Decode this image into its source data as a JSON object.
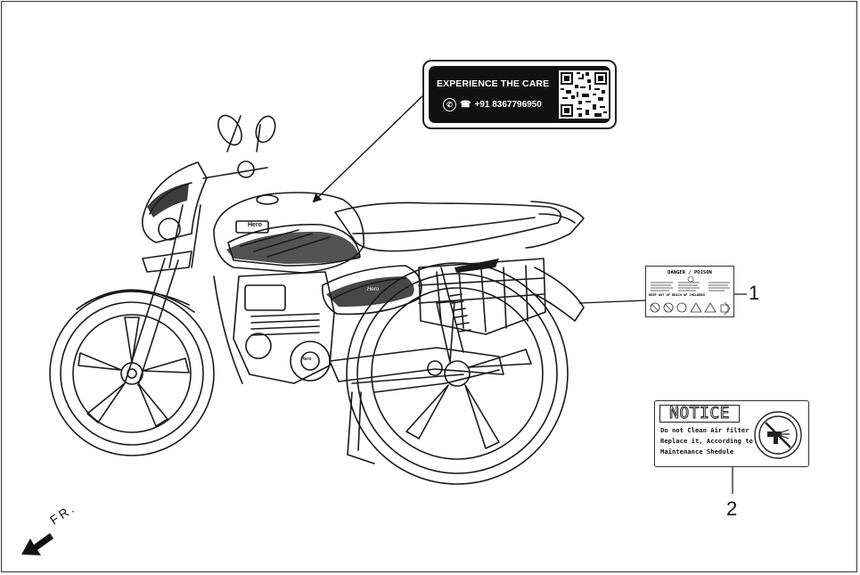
{
  "labels": {
    "care_label": {
      "title": "EXPERIENCE THE CARE",
      "phone": "+91 8367796950",
      "whatsapp_icon": "whatsapp-icon",
      "phone_icon": "phone-icon"
    },
    "danger_label": {
      "title": "DANGER / POISON",
      "keep_out": "KEEP OUT OF REACH OF CHILDREN"
    },
    "notice_label": {
      "heading": "NOTICE",
      "line1": "Do not Clean Air filter",
      "line2": "Replace it, According to",
      "line3": "Maintenance Shedule"
    }
  },
  "bike": {
    "tank_brand": "Hero",
    "side_brand": "Hero",
    "engine_brand": "Hero"
  },
  "callouts": [
    "1",
    "2"
  ],
  "direction": "FR."
}
